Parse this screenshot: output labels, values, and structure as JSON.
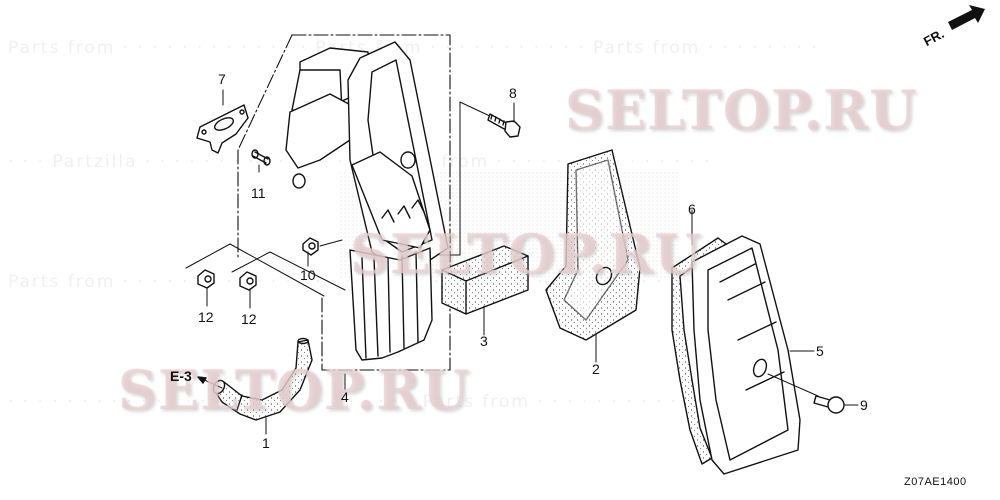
{
  "diagram": {
    "type": "exploded-parts-diagram",
    "subject": "Air cleaner assembly",
    "diagram_code": "Z07AE1400",
    "direction_indicator": {
      "label": "FR.",
      "icon": "arrow-up-right-icon"
    },
    "reference": {
      "label": "E-3",
      "icon": "arrow-left-icon"
    },
    "watermarks": [
      "SELTOP.RU",
      "SELTOP.RU",
      "SELTOP.RU"
    ],
    "faint_background_text": "Parts from...",
    "callouts": [
      {
        "number": "1",
        "part": "breather tube (bent hose)"
      },
      {
        "number": "2",
        "part": "air filter element (foam)"
      },
      {
        "number": "3",
        "part": "foam block"
      },
      {
        "number": "4",
        "part": "air cleaner case assembly"
      },
      {
        "number": "5",
        "part": "air cleaner cover"
      },
      {
        "number": "6",
        "part": "cover gasket"
      },
      {
        "number": "7",
        "part": "gasket plate"
      },
      {
        "number": "8",
        "part": "flange bolt"
      },
      {
        "number": "9",
        "part": "cover screw"
      },
      {
        "number": "10",
        "part": "flange nut"
      },
      {
        "number": "11",
        "part": "collar / pin"
      },
      {
        "number": "12",
        "part": "flange nut"
      },
      {
        "number": "12",
        "part": "flange nut"
      }
    ]
  }
}
